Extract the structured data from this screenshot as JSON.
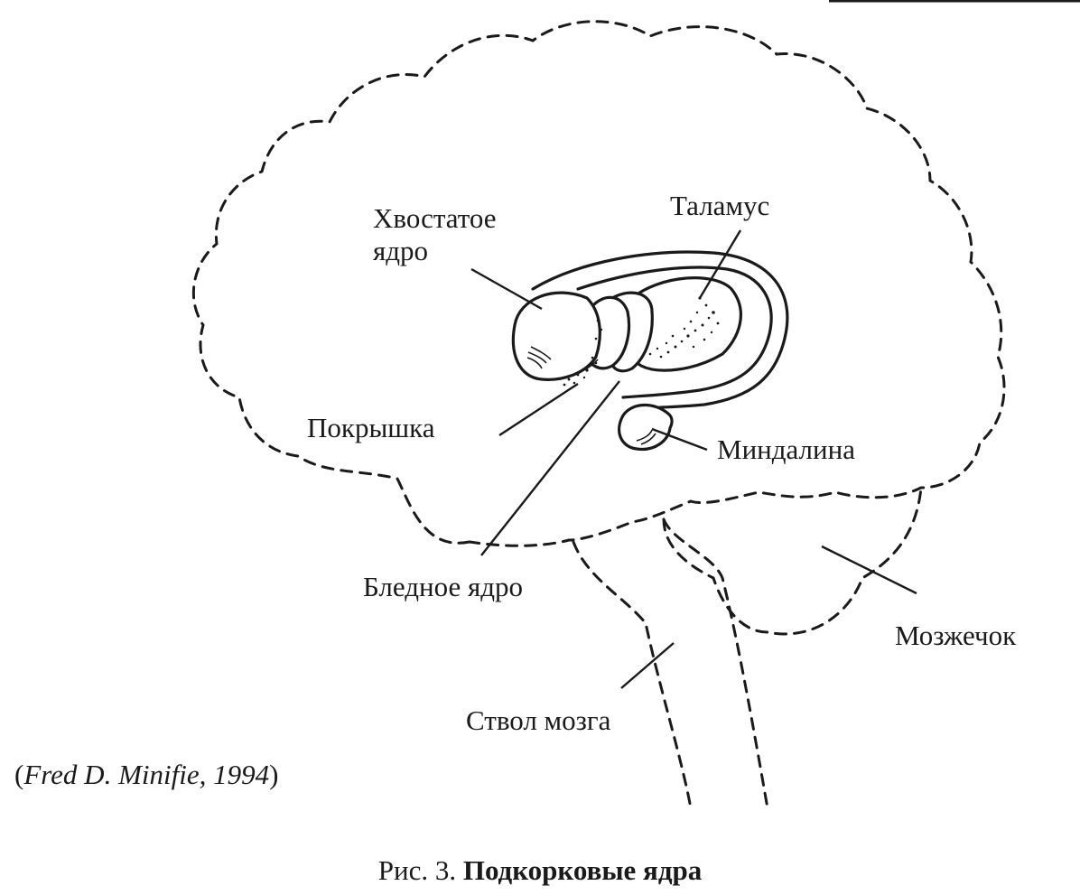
{
  "labels": {
    "caudate": "Хвостатое\nядро",
    "thalamus": "Таламус",
    "putamen": "Покрышка",
    "amygdala": "Миндалина",
    "globus_pallidus": "Бледное ядро",
    "cerebellum": "Мозжечок",
    "brainstem": "Ствол мозга"
  },
  "credit": {
    "open": "(",
    "text": "Fred D. Minifie, 1994",
    "close": ")"
  },
  "caption": {
    "prefix": "Рис. 3. ",
    "title": "Подкорковые ядра"
  }
}
